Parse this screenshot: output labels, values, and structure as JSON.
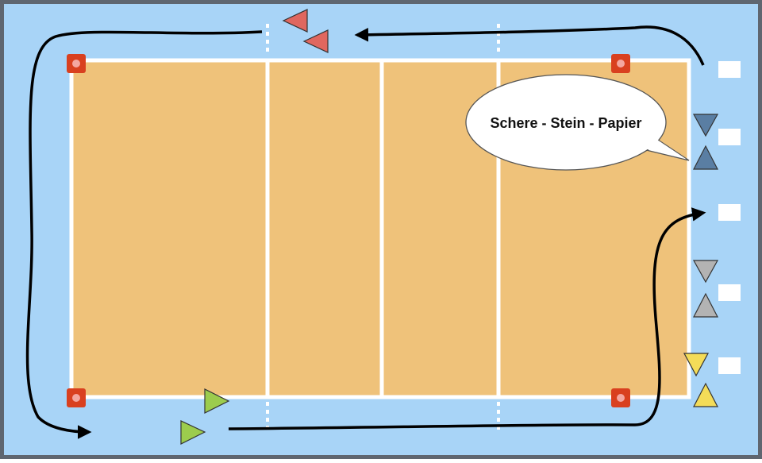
{
  "speech_bubble": {
    "text": "Schere - Stein - Papier"
  },
  "colors": {
    "frame": "#5f6670",
    "floor": "#a8d4f7",
    "court": "#efc27a",
    "lines": "#ffffff",
    "cone": "#d9401f",
    "team_red": "#e0675f",
    "team_blue": "#5a7ea3",
    "team_gray": "#b3b3b3",
    "team_yellow": "#f4dc58",
    "team_green": "#9ccc4d",
    "arrow": "#000000"
  },
  "players": [
    {
      "team": "red",
      "direction": "left"
    },
    {
      "team": "red",
      "direction": "left"
    },
    {
      "team": "blue",
      "direction": "down"
    },
    {
      "team": "blue",
      "direction": "up"
    },
    {
      "team": "gray",
      "direction": "down"
    },
    {
      "team": "gray",
      "direction": "up"
    },
    {
      "team": "yellow",
      "direction": "down"
    },
    {
      "team": "yellow",
      "direction": "up"
    },
    {
      "team": "green",
      "direction": "right"
    },
    {
      "team": "green",
      "direction": "right"
    }
  ],
  "cone_count": 4,
  "box_count": 5,
  "icons": [
    "cone-icon",
    "player-triangle-icon",
    "arrow-icon"
  ]
}
